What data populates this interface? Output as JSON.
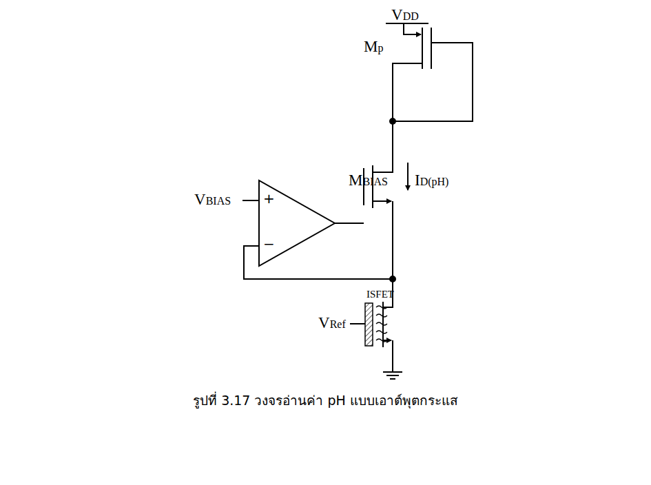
{
  "diagram": {
    "caption": "รูปที่ 3.17 วงจรอ่านค่า pH แบบเอาต์พุตกระแส",
    "labels": [
      "VDD",
      "Mp",
      "MBIAS",
      "ID(pH)",
      "VBIAS",
      "+",
      "−",
      "ISFET",
      "VRef"
    ]
  }
}
